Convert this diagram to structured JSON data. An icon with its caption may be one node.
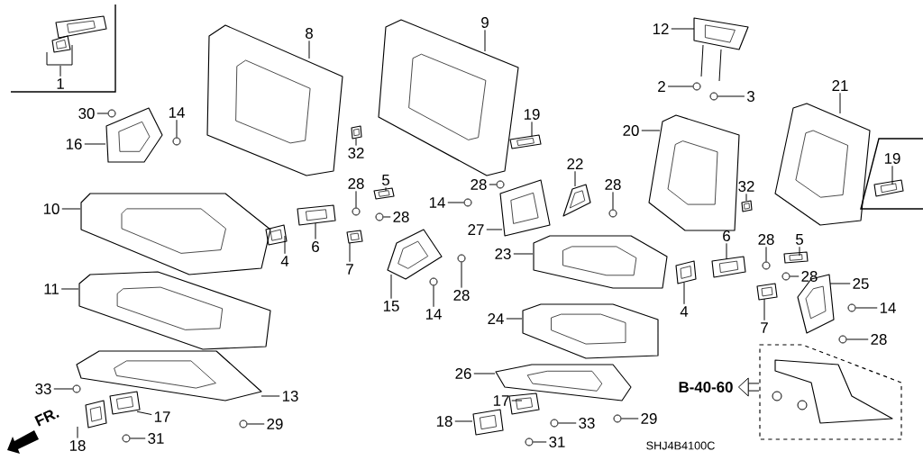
{
  "diagram": {
    "nodes": [
      {
        "text": [
          "1"
        ]
      },
      {
        "text": [
          "30"
        ]
      },
      {
        "text": [
          "14"
        ]
      },
      {
        "text": [
          "16"
        ]
      },
      {
        "text": [
          "8"
        ]
      },
      {
        "text": [
          "9"
        ]
      },
      {
        "text": [
          "12"
        ]
      },
      {
        "text": [
          "2"
        ]
      },
      {
        "text": [
          "3"
        ]
      },
      {
        "text": [
          "21"
        ]
      },
      {
        "text": [
          "19"
        ]
      },
      {
        "text": [
          "20"
        ]
      },
      {
        "text": [
          "19"
        ]
      },
      {
        "text": [
          "32"
        ]
      },
      {
        "text": [
          "32"
        ]
      },
      {
        "text": [
          "22"
        ]
      },
      {
        "text": [
          "28"
        ]
      },
      {
        "text": [
          "14"
        ]
      },
      {
        "text": [
          "28"
        ]
      },
      {
        "text": [
          "10"
        ]
      },
      {
        "text": [
          "28"
        ]
      },
      {
        "text": [
          "5"
        ]
      },
      {
        "text": [
          "28"
        ]
      },
      {
        "text": [
          "27"
        ]
      },
      {
        "text": [
          "4"
        ]
      },
      {
        "text": [
          "6"
        ]
      },
      {
        "text": [
          "7"
        ]
      },
      {
        "text": [
          "23"
        ]
      },
      {
        "text": [
          "15"
        ]
      },
      {
        "text": [
          "14"
        ]
      },
      {
        "text": [
          "28"
        ]
      },
      {
        "text": [
          "11"
        ]
      },
      {
        "text": [
          "6"
        ]
      },
      {
        "text": [
          "28"
        ]
      },
      {
        "text": [
          "5"
        ]
      },
      {
        "text": [
          "28"
        ]
      },
      {
        "text": [
          "25"
        ]
      },
      {
        "text": [
          "4"
        ]
      },
      {
        "text": [
          "7"
        ]
      },
      {
        "text": [
          "14"
        ]
      },
      {
        "text": [
          "28"
        ]
      },
      {
        "text": [
          "24"
        ]
      },
      {
        "text": [
          "26"
        ]
      },
      {
        "text": [
          "33"
        ]
      },
      {
        "text": [
          "13"
        ]
      },
      {
        "text": [
          "17"
        ]
      },
      {
        "text": [
          "33"
        ]
      },
      {
        "text": [
          "29"
        ]
      },
      {
        "text": [
          "17"
        ]
      },
      {
        "text": [
          "18"
        ]
      },
      {
        "text": [
          "29"
        ]
      },
      {
        "text": [
          "18"
        ]
      },
      {
        "text": [
          "31"
        ]
      },
      {
        "text": [
          "31"
        ]
      },
      {
        "text": [],
        "shape": "picture"
      },
      {
        "text": [],
        "shape": "circle"
      },
      {
        "text": [],
        "shape": "circle"
      },
      {
        "text": [],
        "shape": "picture"
      },
      {
        "text": [],
        "shape": "picture"
      },
      {
        "text": [],
        "shape": "picture"
      },
      {
        "text": [],
        "shape": "picture"
      },
      {
        "text": [],
        "shape": "circle"
      },
      {
        "text": [],
        "shape": "circle"
      },
      {
        "text": [],
        "shape": "picture"
      },
      {
        "text": [],
        "shape": "picture"
      },
      {
        "text": [],
        "shape": "picture"
      },
      {
        "text": [],
        "shape": "picture"
      },
      {
        "text": [],
        "shape": "picture"
      },
      {
        "text": [],
        "shape": "picture"
      },
      {
        "text": [],
        "shape": "picture"
      },
      {
        "text": [],
        "shape": "circle"
      },
      {
        "text": [],
        "shape": "circle"
      },
      {
        "text": [],
        "shape": "circle"
      },
      {
        "text": [],
        "shape": "picture"
      },
      {
        "text": [],
        "shape": "circle"
      },
      {
        "text": [],
        "shape": "picture"
      },
      {
        "text": [],
        "shape": "circle"
      },
      {
        "text": [],
        "shape": "picture"
      },
      {
        "text": [],
        "shape": "picture"
      },
      {
        "text": [],
        "shape": "picture"
      },
      {
        "text": [],
        "shape": "picture"
      },
      {
        "text": [],
        "shape": "picture"
      },
      {
        "text": [],
        "shape": "picture"
      },
      {
        "text": [],
        "shape": "circle"
      },
      {
        "text": [],
        "shape": "circle"
      },
      {
        "text": [],
        "shape": "picture"
      },
      {
        "text": [],
        "shape": "picture"
      },
      {
        "text": [],
        "shape": "circle"
      },
      {
        "text": [],
        "shape": "picture"
      },
      {
        "text": [],
        "shape": "circle"
      },
      {
        "text": [],
        "shape": "picture"
      },
      {
        "text": [],
        "shape": "picture"
      },
      {
        "text": [],
        "shape": "picture"
      },
      {
        "text": [],
        "shape": "circle"
      },
      {
        "text": [],
        "shape": "circle"
      },
      {
        "text": [],
        "shape": "picture"
      },
      {
        "text": [],
        "shape": "picture"
      },
      {
        "text": [],
        "shape": "circle"
      },
      {
        "text": [],
        "shape": "picture"
      },
      {
        "text": [],
        "shape": "picture"
      },
      {
        "text": [],
        "shape": "circle"
      },
      {
        "text": [],
        "shape": "circle"
      },
      {
        "text": [],
        "shape": "picture"
      },
      {
        "text": [],
        "shape": "picture"
      },
      {
        "text": [],
        "shape": "circle"
      },
      {
        "text": [],
        "shape": "picture"
      },
      {
        "text": [],
        "shape": "circle"
      },
      {
        "text": [],
        "shape": "circle"
      },
      {
        "text": [
          "B-40-60"
        ]
      },
      {
        "text": [],
        "shape": "picture"
      }
    ],
    "edges": [
      {
        "from": 0,
        "to": 54,
        "arrow": "none"
      },
      {
        "from": 1,
        "to": 55,
        "arrow": "none"
      },
      {
        "from": 2,
        "to": 56,
        "arrow": "none"
      },
      {
        "from": 3,
        "to": 57,
        "arrow": "none"
      },
      {
        "from": 4,
        "to": 58,
        "arrow": "none"
      },
      {
        "from": 5,
        "to": 59,
        "arrow": "none"
      },
      {
        "from": 6,
        "to": 60,
        "arrow": "none"
      },
      {
        "from": 7,
        "to": 61,
        "arrow": "none"
      },
      {
        "from": 8,
        "to": 62,
        "arrow": "none"
      },
      {
        "from": 9,
        "to": 63,
        "arrow": "none"
      },
      {
        "from": 10,
        "to": 64,
        "arrow": "none"
      },
      {
        "from": 11,
        "to": 65,
        "arrow": "none"
      },
      {
        "from": 12,
        "to": 66,
        "arrow": "none"
      },
      {
        "from": 13,
        "to": 67,
        "arrow": "none"
      },
      {
        "from": 14,
        "to": 68,
        "arrow": "none"
      },
      {
        "from": 15,
        "to": 69,
        "arrow": "none"
      },
      {
        "from": 16,
        "to": 70,
        "arrow": "none"
      },
      {
        "from": 17,
        "to": 71,
        "arrow": "none"
      },
      {
        "from": 18,
        "to": 72,
        "arrow": "none"
      },
      {
        "from": 19,
        "to": 73,
        "arrow": "none"
      },
      {
        "from": 20,
        "to": 74,
        "arrow": "none"
      },
      {
        "from": 21,
        "to": 75,
        "arrow": "none"
      },
      {
        "from": 22,
        "to": 76,
        "arrow": "none"
      },
      {
        "from": 23,
        "to": 77,
        "arrow": "none"
      },
      {
        "from": 24,
        "to": 78,
        "arrow": "none"
      },
      {
        "from": 25,
        "to": 79,
        "arrow": "none"
      },
      {
        "from": 26,
        "to": 80,
        "arrow": "none"
      },
      {
        "from": 27,
        "to": 81,
        "arrow": "none"
      },
      {
        "from": 28,
        "to": 82,
        "arrow": "none"
      },
      {
        "from": 29,
        "to": 83,
        "arrow": "none"
      },
      {
        "from": 30,
        "to": 84,
        "arrow": "none"
      },
      {
        "from": 31,
        "to": 85,
        "arrow": "none"
      },
      {
        "from": 32,
        "to": 86,
        "arrow": "none"
      },
      {
        "from": 33,
        "to": 87,
        "arrow": "none"
      },
      {
        "from": 34,
        "to": 88,
        "arrow": "none"
      },
      {
        "from": 35,
        "to": 89,
        "arrow": "none"
      },
      {
        "from": 36,
        "to": 90,
        "arrow": "none"
      },
      {
        "from": 37,
        "to": 91,
        "arrow": "none"
      },
      {
        "from": 38,
        "to": 92,
        "arrow": "none"
      },
      {
        "from": 39,
        "to": 93,
        "arrow": "none"
      },
      {
        "from": 40,
        "to": 94,
        "arrow": "none"
      },
      {
        "from": 41,
        "to": 95,
        "arrow": "none"
      },
      {
        "from": 42,
        "to": 96,
        "arrow": "none"
      },
      {
        "from": 43,
        "to": 97,
        "arrow": "none"
      },
      {
        "from": 44,
        "to": 98,
        "arrow": "none"
      },
      {
        "from": 45,
        "to": 99,
        "arrow": "none"
      },
      {
        "from": 46,
        "to": 100,
        "arrow": "none"
      },
      {
        "from": 47,
        "to": 101,
        "arrow": "none"
      },
      {
        "from": 48,
        "to": 102,
        "arrow": "none"
      },
      {
        "from": 49,
        "to": 103,
        "arrow": "none"
      },
      {
        "from": 50,
        "to": 104,
        "arrow": "none"
      },
      {
        "from": 51,
        "to": 105,
        "arrow": "none"
      },
      {
        "from": 52,
        "to": 106,
        "arrow": "none"
      },
      {
        "from": 53,
        "to": 107,
        "arrow": "none"
      },
      {
        "from": 109,
        "to": 108,
        "arrow": "to",
        "style": "thick"
      }
    ],
    "labels": [
      "FR.",
      "SHJ4B4100C"
    ]
  }
}
